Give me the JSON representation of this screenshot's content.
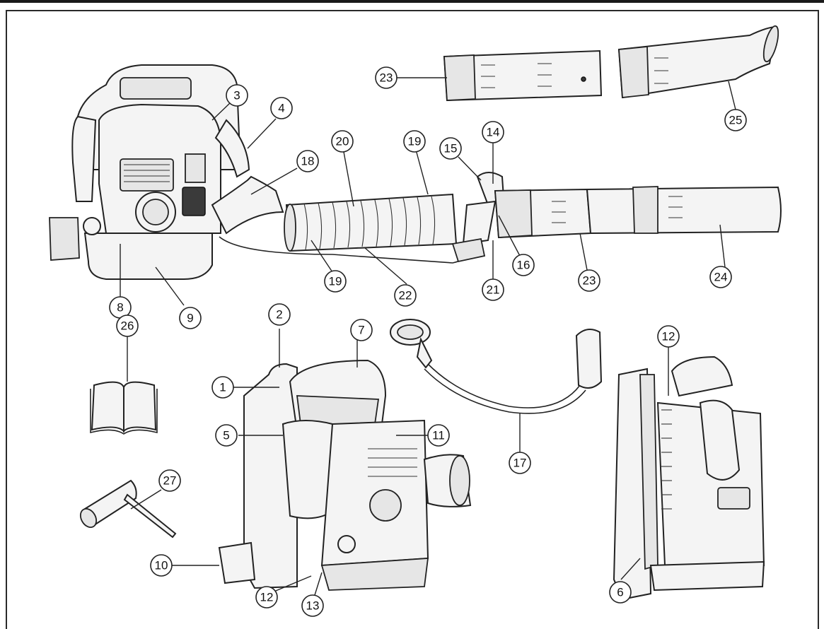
{
  "callouts": [
    {
      "id": "c1",
      "label": "1"
    },
    {
      "id": "c2",
      "label": "2"
    },
    {
      "id": "c3",
      "label": "3"
    },
    {
      "id": "c4",
      "label": "4"
    },
    {
      "id": "c5",
      "label": "5"
    },
    {
      "id": "c6",
      "label": "6"
    },
    {
      "id": "c7",
      "label": "7"
    },
    {
      "id": "c8",
      "label": "8"
    },
    {
      "id": "c9",
      "label": "9"
    },
    {
      "id": "c10",
      "label": "10"
    },
    {
      "id": "c11",
      "label": "11"
    },
    {
      "id": "c12a",
      "label": "12"
    },
    {
      "id": "c12b",
      "label": "12"
    },
    {
      "id": "c13",
      "label": "13"
    },
    {
      "id": "c14",
      "label": "14"
    },
    {
      "id": "c15",
      "label": "15"
    },
    {
      "id": "c16",
      "label": "16"
    },
    {
      "id": "c17",
      "label": "17"
    },
    {
      "id": "c18",
      "label": "18"
    },
    {
      "id": "c19a",
      "label": "19"
    },
    {
      "id": "c19b",
      "label": "19"
    },
    {
      "id": "c20",
      "label": "20"
    },
    {
      "id": "c21",
      "label": "21"
    },
    {
      "id": "c22",
      "label": "22"
    },
    {
      "id": "c23a",
      "label": "23"
    },
    {
      "id": "c23b",
      "label": "23"
    },
    {
      "id": "c24",
      "label": "24"
    },
    {
      "id": "c25",
      "label": "25"
    },
    {
      "id": "c26",
      "label": "26"
    },
    {
      "id": "c27",
      "label": "27"
    }
  ]
}
